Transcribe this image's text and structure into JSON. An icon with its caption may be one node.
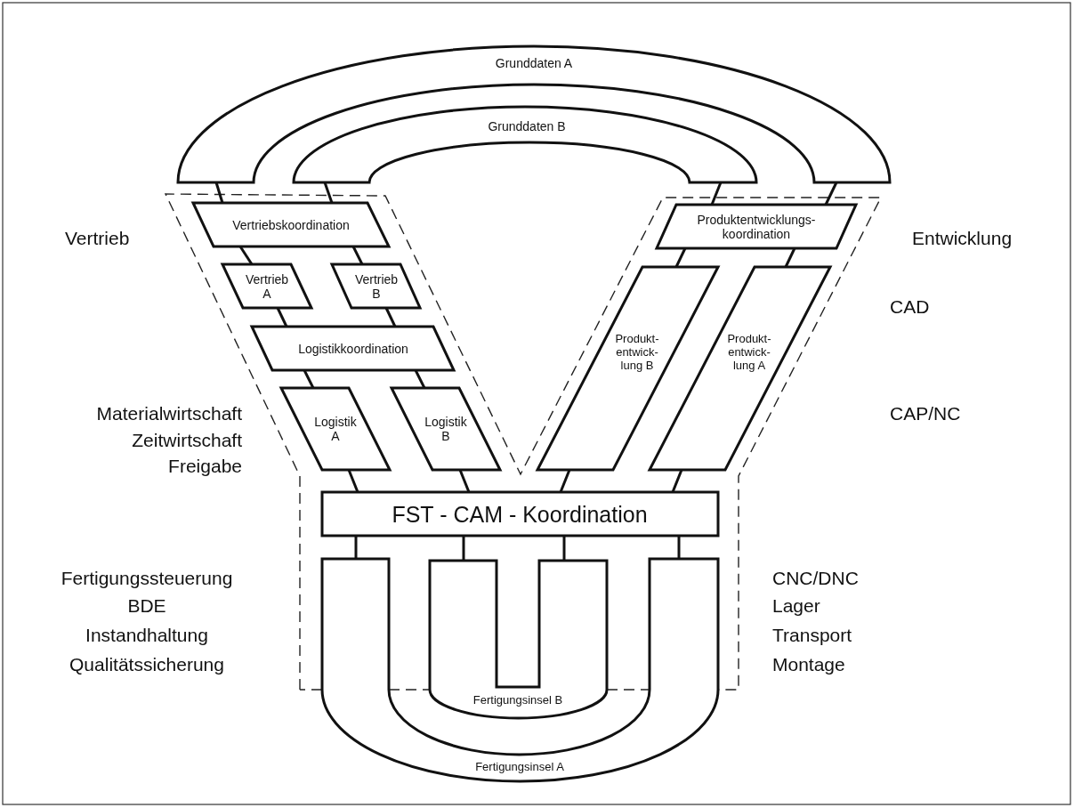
{
  "diagram": {
    "nodes": [
      {
        "text": [
          "Grunddaten A"
        ]
      },
      {
        "text": [
          "Grunddaten B"
        ]
      },
      {
        "text": [
          "Vertriebskoordination"
        ]
      },
      {
        "text": [
          "Vertrieb A"
        ]
      },
      {
        "text": [
          "Vertrieb B"
        ]
      },
      {
        "text": [
          "Logistikkoordination"
        ]
      },
      {
        "text": [
          "Logistik A"
        ]
      },
      {
        "text": [
          "Logistik B"
        ]
      },
      {
        "text": [
          "Produktentwicklungs- koordination"
        ]
      },
      {
        "text": [
          "Produkt- entwick- lung B"
        ]
      },
      {
        "text": [
          "Produkt- entwick- lung A"
        ]
      },
      {
        "text": [
          "FST - CAM - Koordination"
        ]
      },
      {
        "text": [
          "Fertigungsinsel B"
        ]
      },
      {
        "text": [
          "Fertigungsinsel A"
        ]
      }
    ],
    "edges": [
      {
        "from": 0,
        "to": 2,
        "arrow": "none"
      },
      {
        "from": 1,
        "to": 2,
        "arrow": "none"
      },
      {
        "from": 0,
        "to": 8,
        "arrow": "none"
      },
      {
        "from": 1,
        "to": 8,
        "arrow": "none"
      },
      {
        "from": 2,
        "to": 3,
        "arrow": "none"
      },
      {
        "from": 2,
        "to": 4,
        "arrow": "none"
      },
      {
        "from": 3,
        "to": 5,
        "arrow": "none"
      },
      {
        "from": 4,
        "to": 5,
        "arrow": "none"
      },
      {
        "from": 5,
        "to": 6,
        "arrow": "none"
      },
      {
        "from": 5,
        "to": 7,
        "arrow": "none"
      },
      {
        "from": 6,
        "to": 11,
        "arrow": "none"
      },
      {
        "from": 7,
        "to": 11,
        "arrow": "none"
      },
      {
        "from": 8,
        "to": 9,
        "arrow": "none"
      },
      {
        "from": 8,
        "to": 10,
        "arrow": "none"
      },
      {
        "from": 9,
        "to": 11,
        "arrow": "none"
      },
      {
        "from": 10,
        "to": 11,
        "arrow": "none"
      },
      {
        "from": 11,
        "to": 13,
        "arrow": "none"
      },
      {
        "from": 11,
        "to": 12,
        "arrow": "none"
      },
      {
        "from": 11,
        "to": 12,
        "arrow": "none"
      },
      {
        "from": 11,
        "to": 13,
        "arrow": "none"
      }
    ],
    "labels": [
      "Vertrieb",
      "Entwicklung",
      "CAD",
      "Materialwirtschaft",
      "CAP/NC",
      "Zeitwirtschaft",
      "Freigabe",
      "Fertigungssteuerung",
      "CNC/DNC",
      "BDE",
      "Lager",
      "Instandhaltung",
      "Transport",
      "Qualitätssicherung",
      "Montage"
    ]
  }
}
